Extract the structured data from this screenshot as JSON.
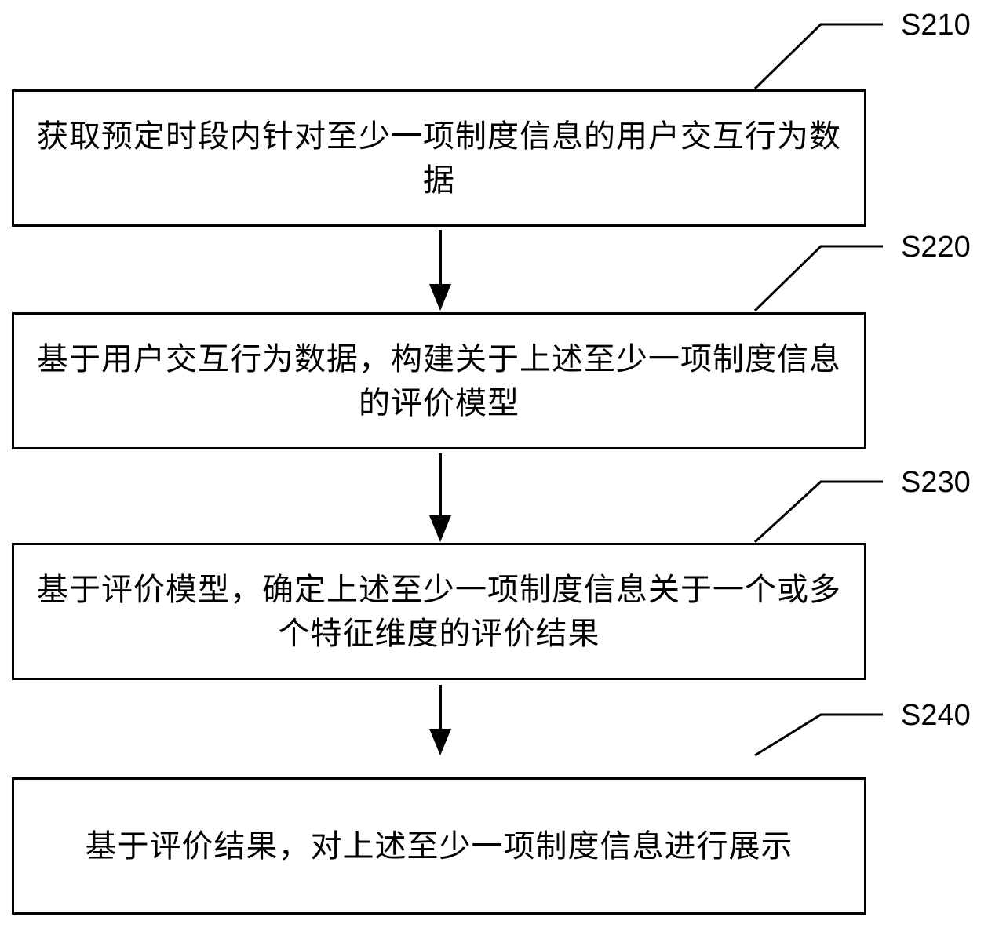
{
  "steps": [
    {
      "id": "S210",
      "text": "获取预定时段内针对至少一项制度信息的用户交互行为数据"
    },
    {
      "id": "S220",
      "text": "基于用户交互行为数据，构建关于上述至少一项制度信息的评价模型"
    },
    {
      "id": "S230",
      "text": "基于评价模型，确定上述至少一项制度信息关于一个或多个特征维度的评价结果"
    },
    {
      "id": "S240",
      "text": "基于评价结果，对上述至少一项制度信息进行展示"
    }
  ]
}
